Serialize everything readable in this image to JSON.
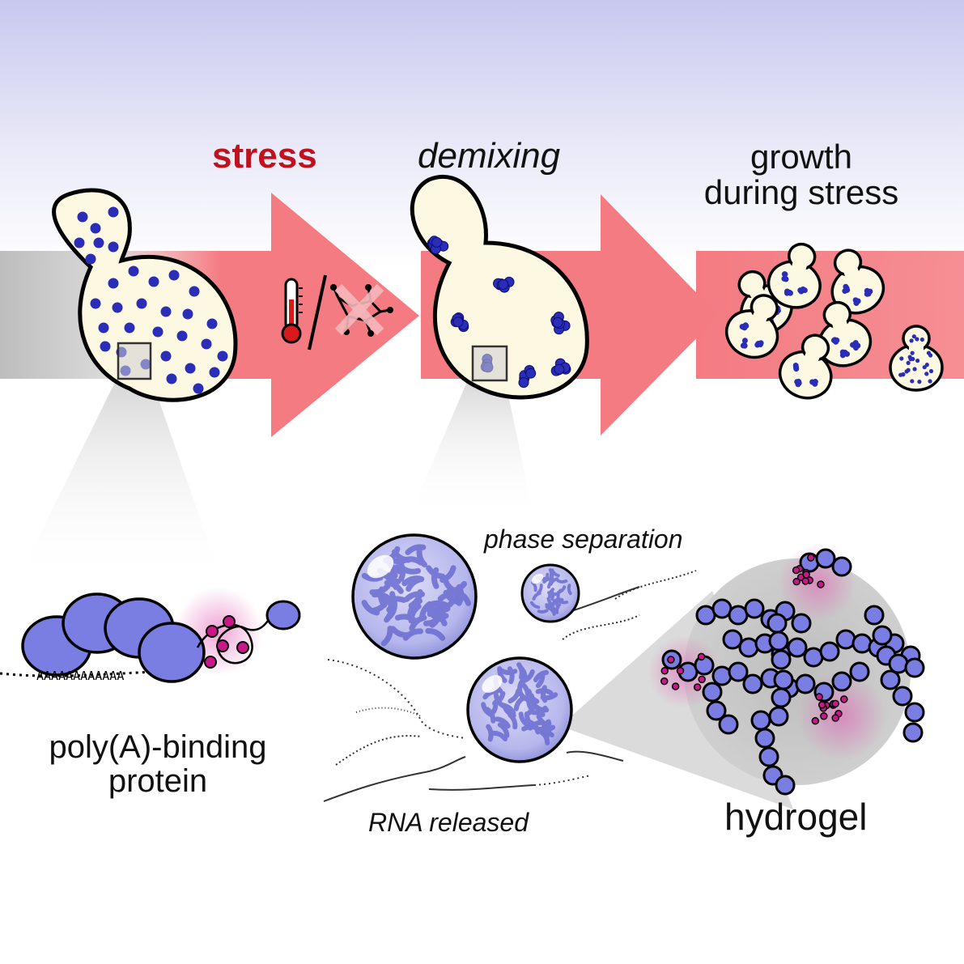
{
  "labels": {
    "stress": "stress",
    "demixing": "demixing",
    "growth_line1": "growth",
    "growth_line2": "during stress",
    "pab_line1": "poly(A)-binding",
    "pab_line2": "protein",
    "phase_separation": "phase separation",
    "rna_released": "RNA released",
    "hydrogel": "hydrogel",
    "polya_seq": "AAAAAAAAAAAA"
  },
  "colors": {
    "stress_text": "#c0111c",
    "arrow": "#f47b82",
    "cell_fill": "#fdf8e2",
    "protein": "#7a7de2",
    "protein_dark": "#2a2db8",
    "magenta": "#c9188a",
    "gray_band": "#bcbcbc",
    "sky": "#c9c9f0"
  },
  "icons": [
    "thermometer-icon",
    "glucose-crossed-icon"
  ]
}
